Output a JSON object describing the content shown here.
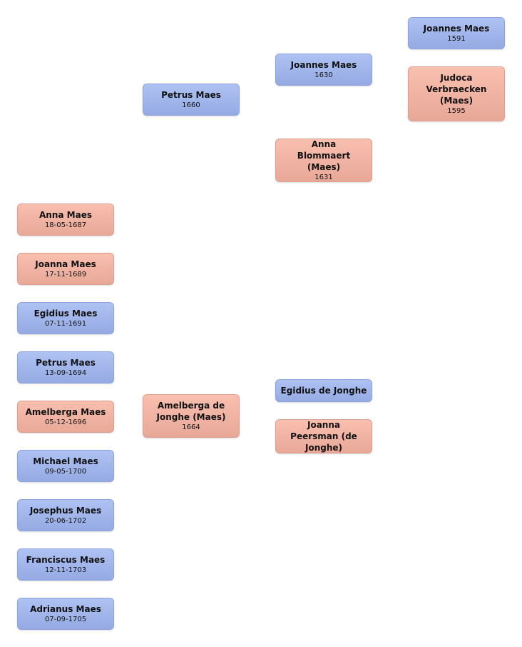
{
  "colors": {
    "male": "#a3b8ee",
    "female": "#f2b5a5",
    "background": "#ffffff"
  },
  "people": {
    "joannes_maes_1591": {
      "name": "Joannes Maes",
      "date": "1591"
    },
    "judoca_verbraecken": {
      "name": "Judoca Verbraecken (Maes)",
      "date": "1595"
    },
    "joannes_maes_1630": {
      "name": "Joannes Maes",
      "date": "1630"
    },
    "anna_blommaert": {
      "name": "Anna Blommaert (Maes)",
      "date": "1631"
    },
    "petrus_maes_1660": {
      "name": "Petrus Maes",
      "date": "1660"
    },
    "amelberga_de_jonghe": {
      "name": "Amelberga de Jonghe (Maes)",
      "date": "1664"
    },
    "egidius_de_jonghe": {
      "name": "Egidius de Jonghe",
      "date": ""
    },
    "joanna_peersman": {
      "name": "Joanna Peersman (de Jonghe)",
      "date": ""
    },
    "children": [
      {
        "name": "Anna Maes",
        "date": "18-05-1687"
      },
      {
        "name": "Joanna Maes",
        "date": "17-11-1689"
      },
      {
        "name": "Egidius Maes",
        "date": "07-11-1691"
      },
      {
        "name": "Petrus Maes",
        "date": "13-09-1694"
      },
      {
        "name": "Amelberga Maes",
        "date": "05-12-1696"
      },
      {
        "name": "Michael Maes",
        "date": "09-05-1700"
      },
      {
        "name": "Josephus Maes",
        "date": "20-06-1702"
      },
      {
        "name": "Franciscus Maes",
        "date": "12-11-1703"
      },
      {
        "name": "Adrianus Maes",
        "date": "07-09-1705"
      }
    ]
  }
}
